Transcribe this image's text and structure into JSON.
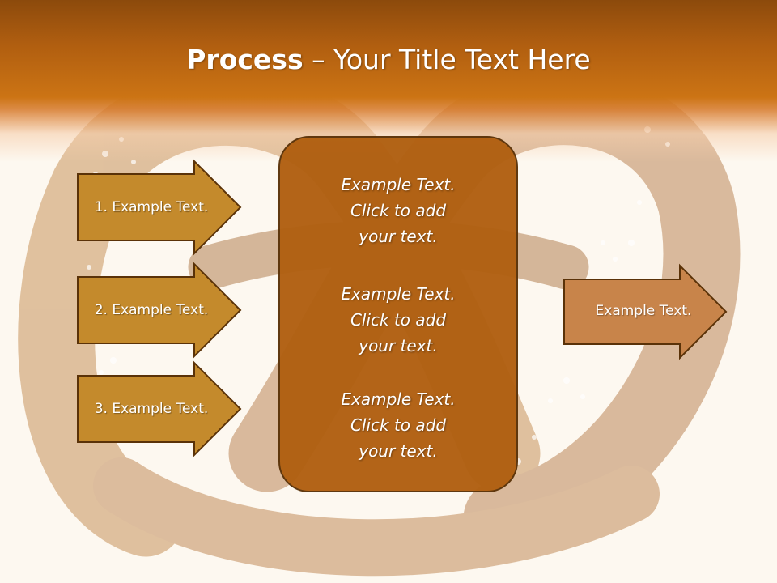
{
  "title": {
    "bold": "Process",
    "dash": "–",
    "rest": "Your Title Text Here"
  },
  "steps": [
    {
      "label": "1. Example Text."
    },
    {
      "label": "2. Example Text."
    },
    {
      "label": "3. Example Text."
    }
  ],
  "center_box": {
    "paragraphs": [
      {
        "line1": "Example Text.",
        "line2": "Click  to add",
        "line3": "your text."
      },
      {
        "line1": "Example Text.",
        "line2": "Click  to add",
        "line3": "your text."
      },
      {
        "line1": "Example Text.",
        "line2": "Click  to add",
        "line3": "your text."
      }
    ]
  },
  "output": {
    "label": "Example Text."
  },
  "colors": {
    "header": "#b05e10",
    "step_arrow_fill": "#c48a2c",
    "center_box_fill": "#b05f10",
    "output_arrow_fill": "#c8844a",
    "outline": "#5a3208"
  },
  "background_image": "pretzel-photo"
}
